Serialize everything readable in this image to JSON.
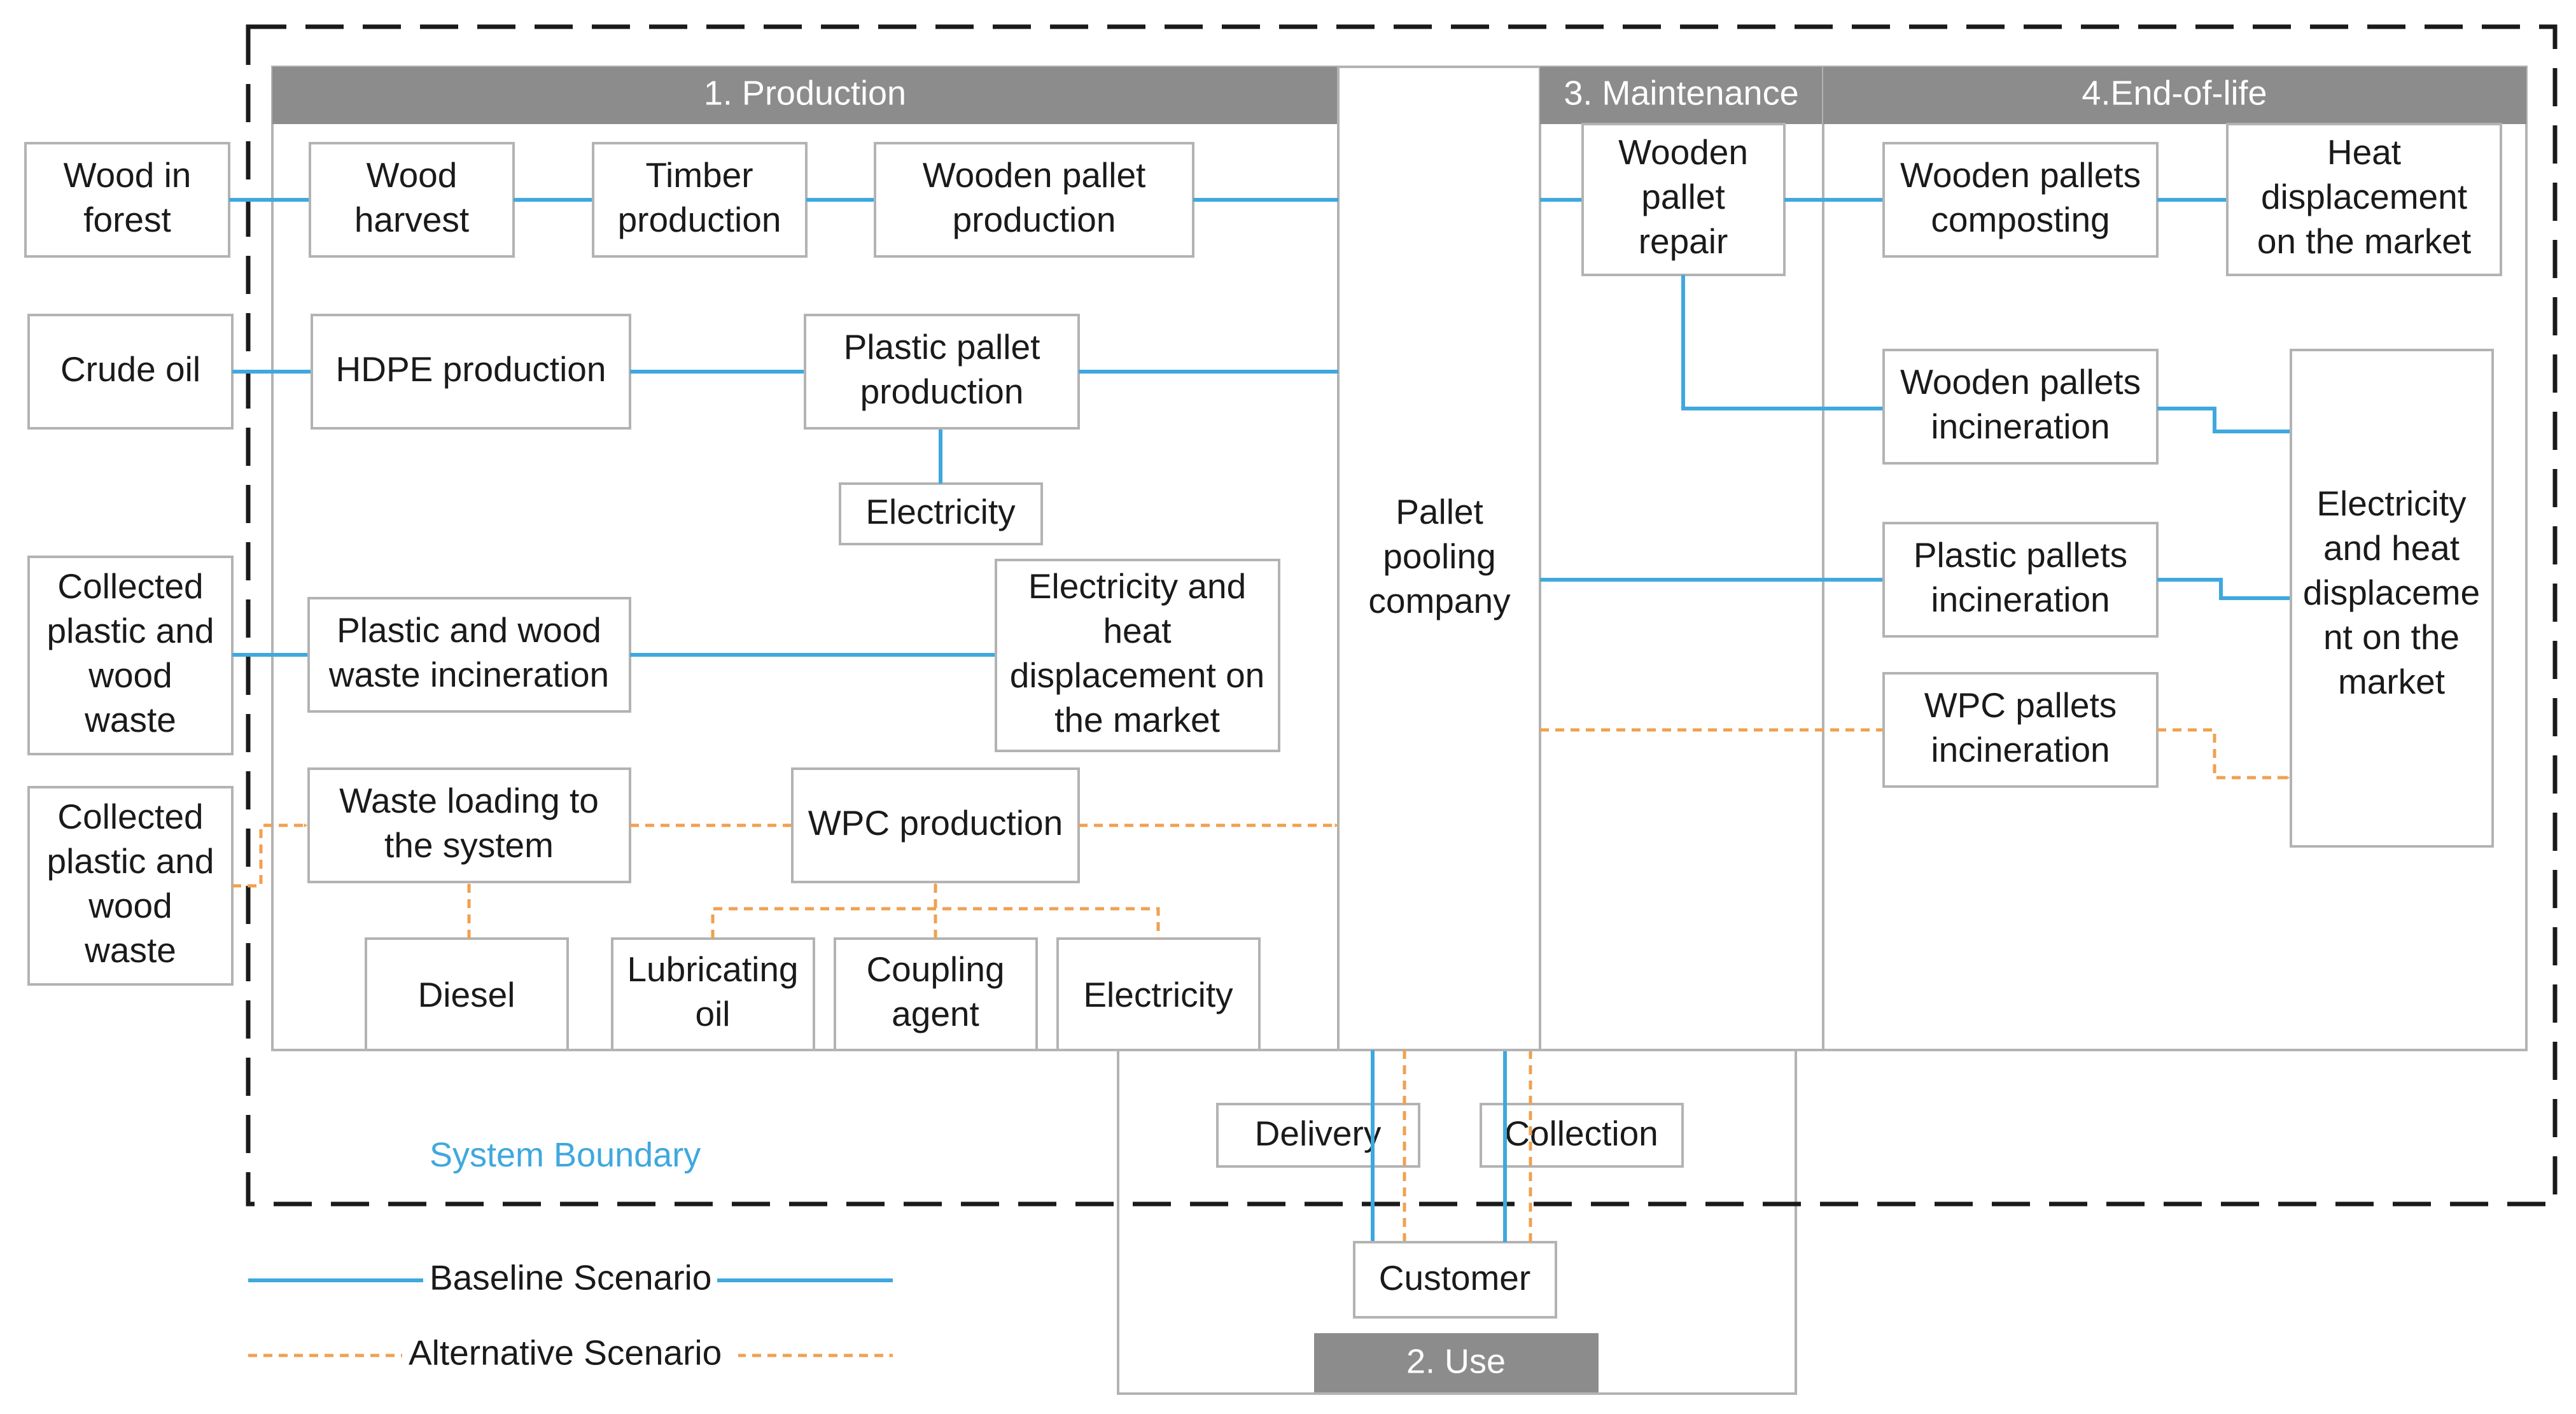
{
  "sections": {
    "production": "1. Production",
    "use": "2. Use",
    "maintenance": "3. Maintenance",
    "end_of_life": "4.End-of-life"
  },
  "nodes": {
    "wood_in_forest": [
      "Wood in",
      "forest"
    ],
    "crude_oil": [
      "Crude oil"
    ],
    "collected_waste_1": [
      "Collected",
      "plastic and",
      "wood",
      "waste"
    ],
    "collected_waste_2": [
      "Collected",
      "plastic and",
      "wood",
      "waste"
    ],
    "wood_harvest": [
      "Wood",
      "harvest"
    ],
    "timber_production": [
      "Timber",
      "production"
    ],
    "wooden_pallet_production": [
      "Wooden pallet",
      "production"
    ],
    "hdpe_production": [
      "HDPE production"
    ],
    "plastic_pallet_production": [
      "Plastic pallet",
      "production"
    ],
    "electricity_1": [
      "Electricity"
    ],
    "waste_incineration": [
      "Plastic and wood",
      "waste incineration"
    ],
    "elec_heat_displacement_1": [
      "Electricity and",
      "heat",
      "displacement on",
      "the market"
    ],
    "waste_loading": [
      "Waste loading to",
      "the system"
    ],
    "wpc_production": [
      "WPC production"
    ],
    "diesel": [
      "Diesel"
    ],
    "lubricating_oil": [
      "Lubricating",
      "oil"
    ],
    "coupling_agent": [
      "Coupling",
      "agent"
    ],
    "electricity_2": [
      "Electricity"
    ],
    "pallet_pooling_company": [
      "Pallet",
      "pooling",
      "company"
    ],
    "wooden_pallet_repair": [
      "Wooden",
      "pallet",
      "repair"
    ],
    "wooden_pallets_composting": [
      "Wooden pallets",
      "composting"
    ],
    "heat_displacement": [
      "Heat",
      "displacement",
      "on the market"
    ],
    "wooden_pallets_incineration": [
      "Wooden pallets",
      "incineration"
    ],
    "plastic_pallets_incineration": [
      "Plastic pallets",
      "incineration"
    ],
    "wpc_pallets_incineration": [
      "WPC pallets",
      "incineration"
    ],
    "elec_heat_displacement_2": [
      "Electricity",
      "and heat",
      "displaceme",
      "nt on the",
      "market"
    ],
    "delivery": [
      "Delivery"
    ],
    "collection": [
      "Collection"
    ],
    "customer": [
      "Customer"
    ]
  },
  "boundary_label": "System Boundary",
  "legend": {
    "baseline": "Baseline Scenario",
    "alternative": "Alternative Scenario"
  },
  "colors": {
    "baseline": "#3fa8de",
    "alternative": "#f0a050",
    "header": "#8c8c8c",
    "box_border": "#b3b3b3"
  }
}
